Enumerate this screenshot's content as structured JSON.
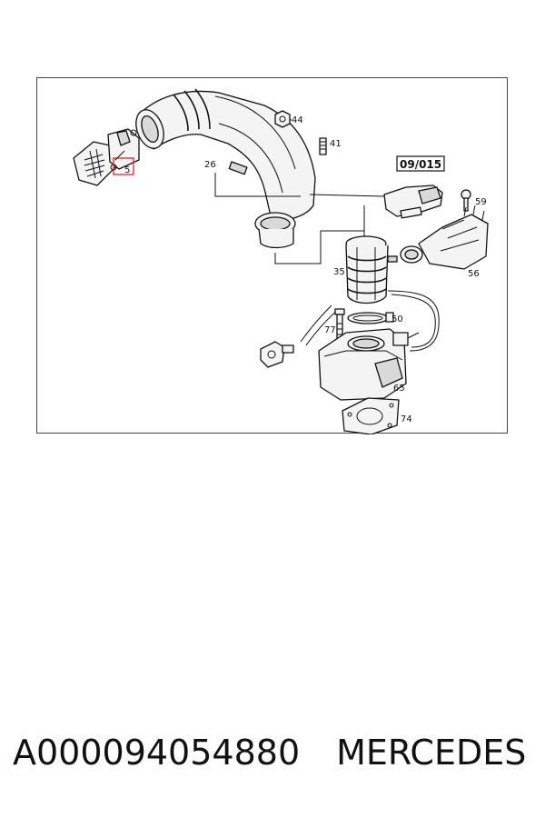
{
  "diagram": {
    "reference_box": "09/015",
    "callouts": {
      "p5": "5",
      "p26": "26",
      "p35": "35",
      "p41": "41",
      "p44": "44",
      "p50": "50",
      "p56": "56",
      "p59": "59",
      "p65": "65",
      "p74": "74",
      "p77": "77"
    },
    "highlight_color": "#e03030"
  },
  "caption": {
    "part_number": "A000094054880",
    "brand": "MERCEDES"
  }
}
